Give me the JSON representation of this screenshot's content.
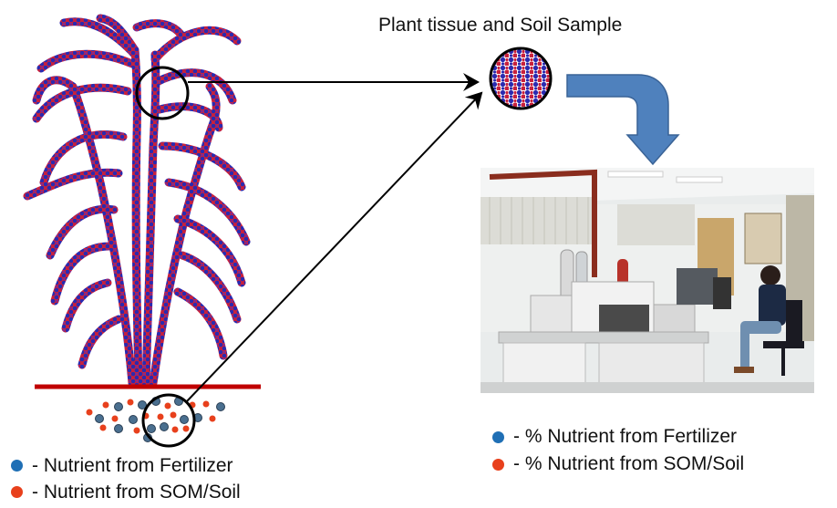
{
  "title": "Plant tissue and Soil Sample",
  "legend_left": [
    {
      "marker_color": "#1f6fb5",
      "text": "- Nutrient from Fertilizer"
    },
    {
      "marker_color": "#e8401c",
      "text": "- Nutrient from SOM/Soil"
    }
  ],
  "legend_right": [
    {
      "marker_color": "#1f6fb5",
      "text": "- % Nutrient from Fertilizer"
    },
    {
      "marker_color": "#e8401c",
      "text": "- % Nutrient from SOM/Soil"
    }
  ],
  "colors": {
    "fertilizer": "#1f6fb5",
    "soil": "#e8401c",
    "plant_blue": "#2a2ab0",
    "plant_red": "#c8203c",
    "soil_line": "#c00000",
    "flow_arrow": "#4f81bd"
  },
  "icons": [
    "plant-illustration",
    "sample-circle-icon",
    "flow-arrow-icon",
    "lab-photo"
  ]
}
